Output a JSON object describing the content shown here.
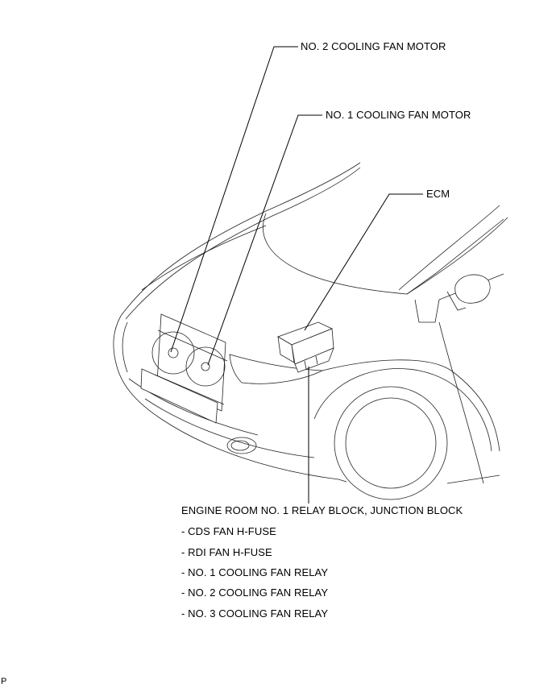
{
  "callouts": {
    "fan_motor_2": "NO. 2 COOLING FAN MOTOR",
    "fan_motor_1": "NO. 1 COOLING FAN MOTOR",
    "ecm": "ECM",
    "relay_block": "ENGINE ROOM NO. 1 RELAY BLOCK, JUNCTION BLOCK"
  },
  "relay_block_items": [
    "- CDS FAN H-FUSE",
    "- RDI FAN H-FUSE",
    "- NO. 1 COOLING FAN RELAY",
    "- NO. 2 COOLING FAN RELAY",
    "- NO. 3 COOLING FAN RELAY"
  ],
  "corner_mark": "P"
}
